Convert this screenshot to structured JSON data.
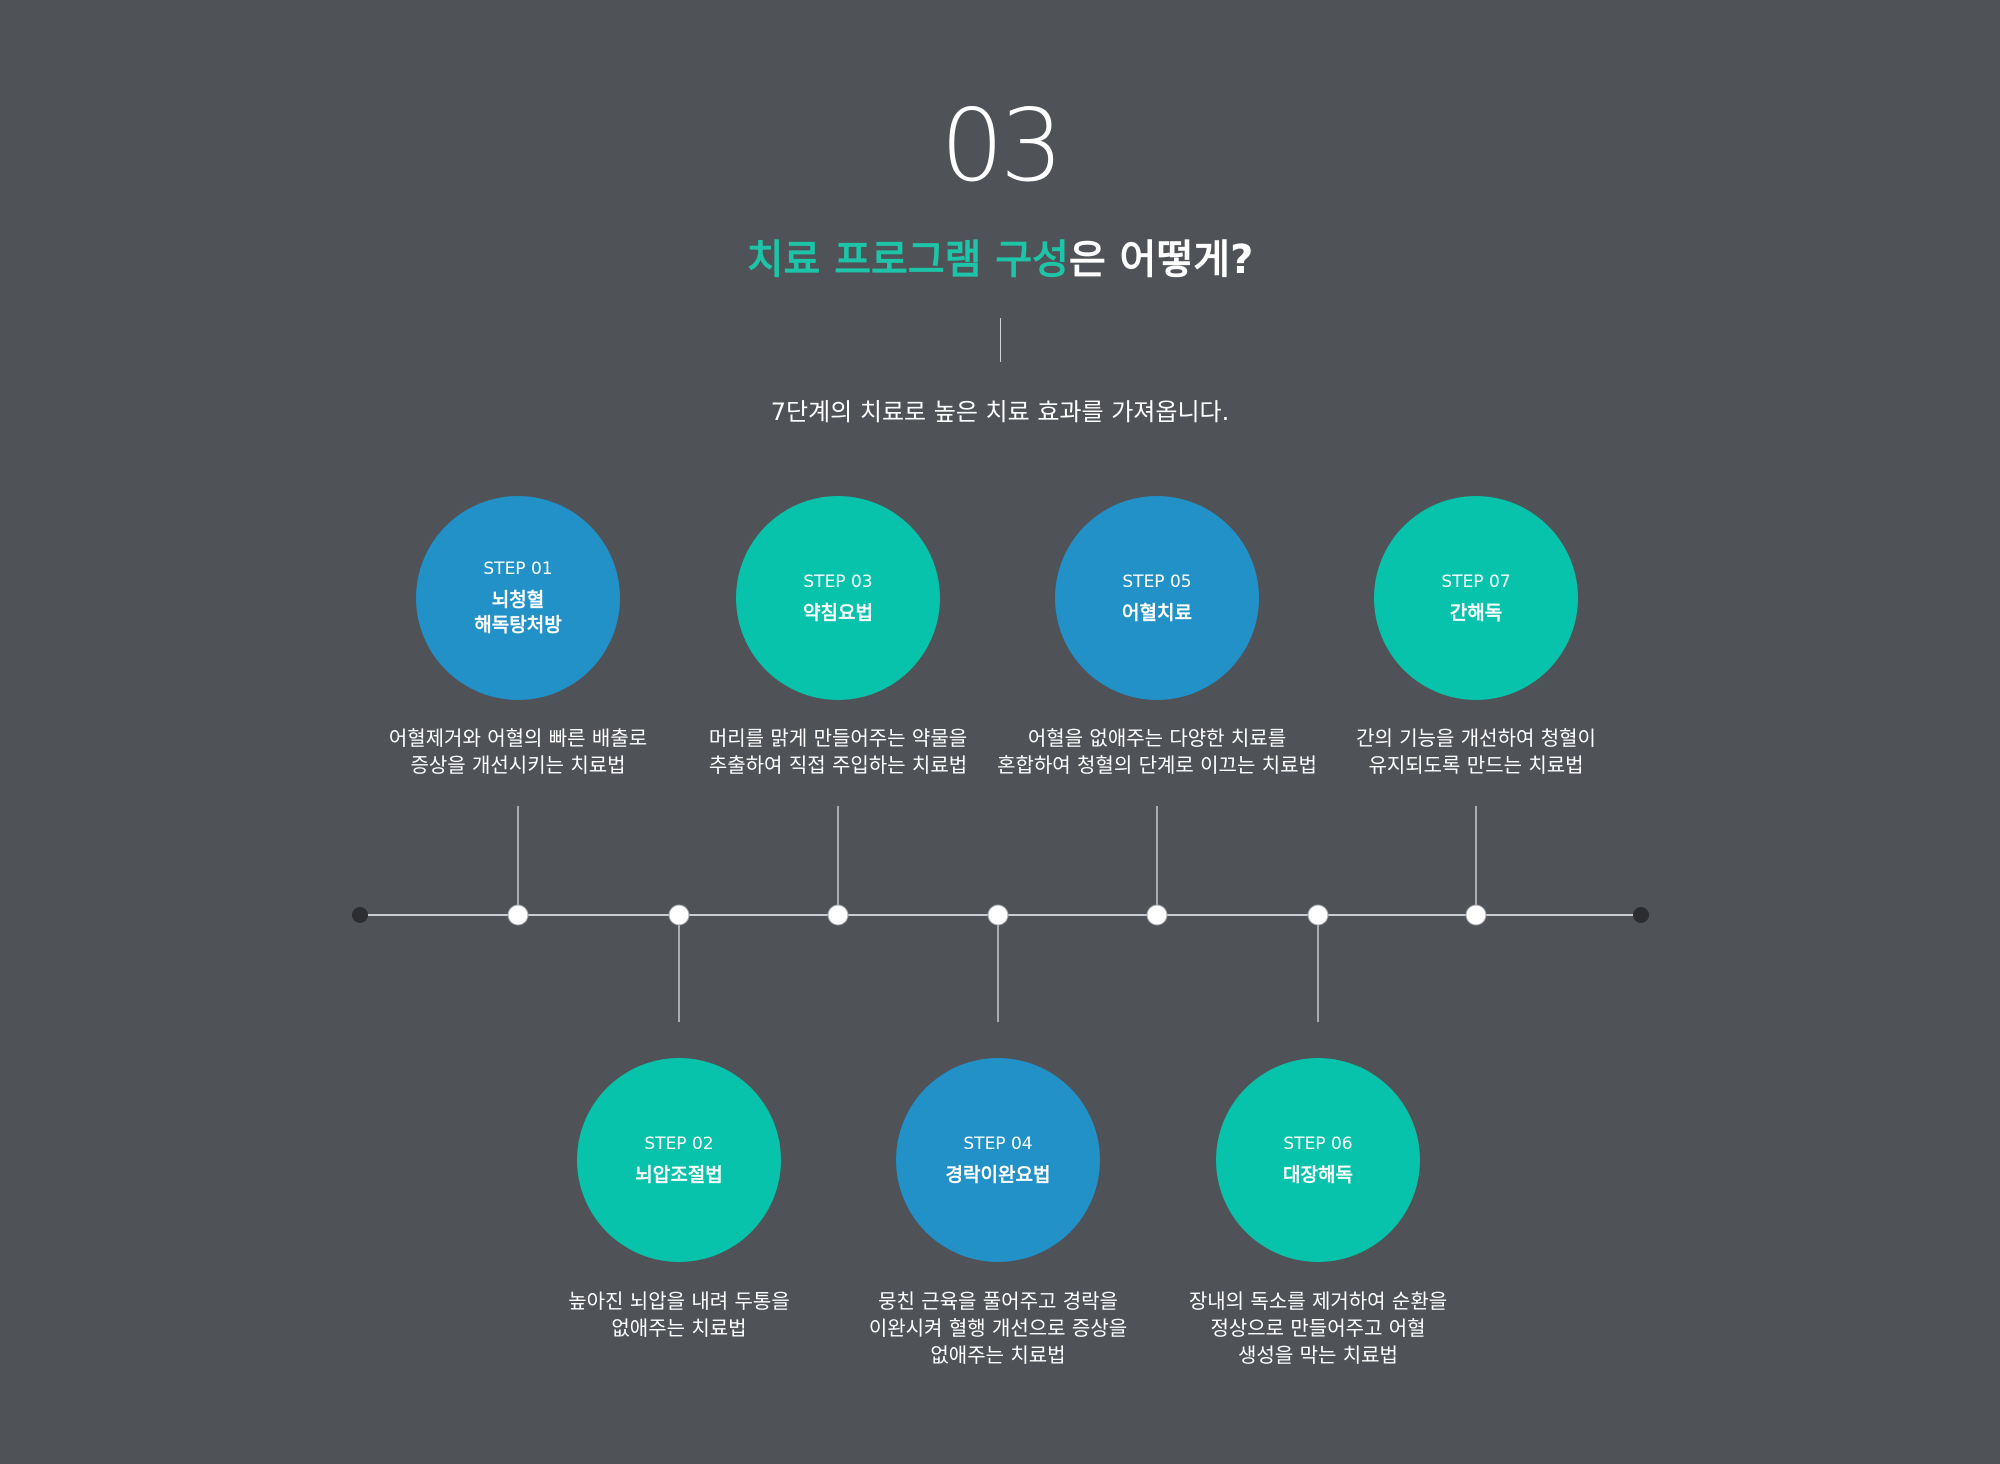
{
  "header": {
    "number": "03",
    "title_highlight": "치료 프로그램 구성",
    "title_rest": "은 어떻게?",
    "subtitle": "7단계의 치료로 높은 치료 효과를 가져옵니다."
  },
  "colors": {
    "background": "#4f5257",
    "teal": "#08c3ab",
    "blue": "#2191c8",
    "line": "#c9ccd0",
    "end_dot": "#2b2d30"
  },
  "steps": [
    {
      "label": "STEP 01",
      "name": "뇌청혈\n해독탕처방",
      "desc": "어혈제거와 어혈의 빠른 배출로\n증상을 개선시키는 치료법",
      "color": "blue"
    },
    {
      "label": "STEP 02",
      "name": "뇌압조절법",
      "desc": "높아진 뇌압을 내려 두통을\n없애주는 치료법",
      "color": "teal"
    },
    {
      "label": "STEP 03",
      "name": "약침요법",
      "desc": "머리를 맑게 만들어주는 약물을\n추출하여 직접 주입하는 치료법",
      "color": "teal"
    },
    {
      "label": "STEP 04",
      "name": "경락이완요법",
      "desc": "뭉친 근육을 풀어주고 경락을\n이완시켜 혈행 개선으로 증상을\n없애주는 치료법",
      "color": "blue"
    },
    {
      "label": "STEP 05",
      "name": "어혈치료",
      "desc": "어혈을 없애주는 다양한 치료를\n혼합하여 청혈의 단계로 이끄는 치료법",
      "color": "blue"
    },
    {
      "label": "STEP 06",
      "name": "대장해독",
      "desc": "장내의 독소를 제거하여 순환을\n정상으로 만들어주고 어혈\n생성을 막는 치료법",
      "color": "teal"
    },
    {
      "label": "STEP 07",
      "name": "간해독",
      "desc": "간의 기능을 개선하여 청혈이\n유지되도록 만드는 치료법",
      "color": "teal"
    }
  ]
}
